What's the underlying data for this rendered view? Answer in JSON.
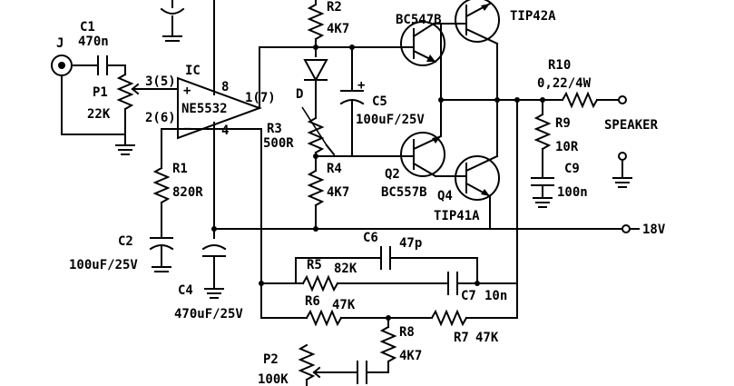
{
  "labels": {
    "j": "J",
    "c1": "C1",
    "c1_val": "470n",
    "p1": "P1",
    "p1_val": "22K",
    "ic": "IC",
    "ic_name": "NE5532",
    "pin_in_plus": "3(5)",
    "pin_in_minus": "2(6)",
    "pin_out": "1(7)",
    "pin8": "8",
    "pin4": "4",
    "plus_sign": "+",
    "minus_sign": "−",
    "r1": "R1",
    "r1_val": "820R",
    "c2": "C2",
    "c2_val": "100uF/25V",
    "c4": "C4",
    "c4_val": "470uF/25V",
    "r2": "R2",
    "r2_val": "4K7",
    "d": "D",
    "r3": "R3",
    "r3_val": "500R",
    "r4": "R4",
    "r4_val": "4K7",
    "c5": "C5",
    "c5_val": "100uF/25V",
    "q1_val": "BC547B",
    "q2": "Q2",
    "q2_val": "BC557B",
    "q3_val": "TIP42A",
    "q4": "Q4",
    "q4_val": "TIP41A",
    "r10": "R10",
    "r10_val": "0,22/4W",
    "r9": "R9",
    "r9_val": "10R",
    "c9": "C9",
    "c9_val": "100n",
    "speaker": "SPEAKER",
    "supply": "18V",
    "c6": "C6",
    "c6_val": "47p",
    "r5": "R5",
    "r5_val": "82K",
    "c7": "C7",
    "c7_val": "10n",
    "r6": "R6",
    "r6_val": "47K",
    "r7": "R7",
    "r7_val": "47K",
    "r8": "R8",
    "r8_val": "4K7",
    "p2": "P2",
    "p2_val": "100K"
  }
}
